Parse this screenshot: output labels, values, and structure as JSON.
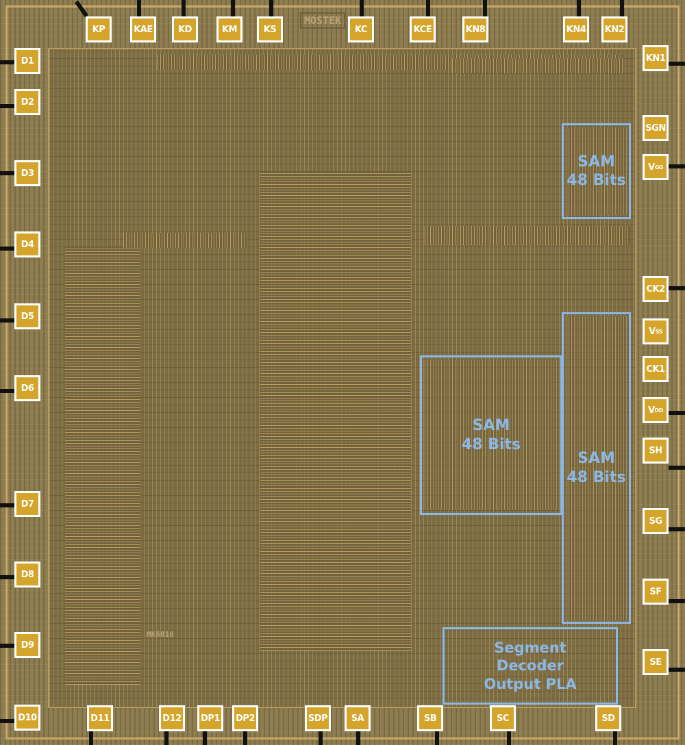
{
  "die_markings": {
    "logo": "MOSTEK",
    "part": "MK6010"
  },
  "pads": {
    "top": [
      "KP",
      "KAE",
      "KD",
      "KM",
      "KS",
      "KC",
      "KCE",
      "KN8",
      "KN4",
      "KN2"
    ],
    "left": [
      "D1",
      "D2",
      "D3",
      "D4",
      "D5",
      "D6",
      "D7",
      "D8",
      "D9",
      "D10"
    ],
    "bottom": [
      "D11",
      "D12",
      "DP1",
      "DP2",
      "SDP",
      "SA",
      "SB",
      "SC",
      "SD"
    ],
    "right": [
      "KN1",
      "SGN",
      "V",
      "GG",
      "CK2",
      "V",
      "SS",
      "CK1",
      "V",
      "DD",
      "SH",
      "SG",
      "SF",
      "SE"
    ]
  },
  "regions": {
    "sam1": [
      "SAM",
      "48 Bits"
    ],
    "sam2": [
      "SAM",
      "48 Bits"
    ],
    "sam3": [
      "SAM",
      "48 Bits"
    ],
    "pla": [
      "Segment",
      "Decoder",
      "Output PLA"
    ]
  },
  "colors": {
    "annotation": "#8bb8e6",
    "pad": "#d4a52a"
  }
}
